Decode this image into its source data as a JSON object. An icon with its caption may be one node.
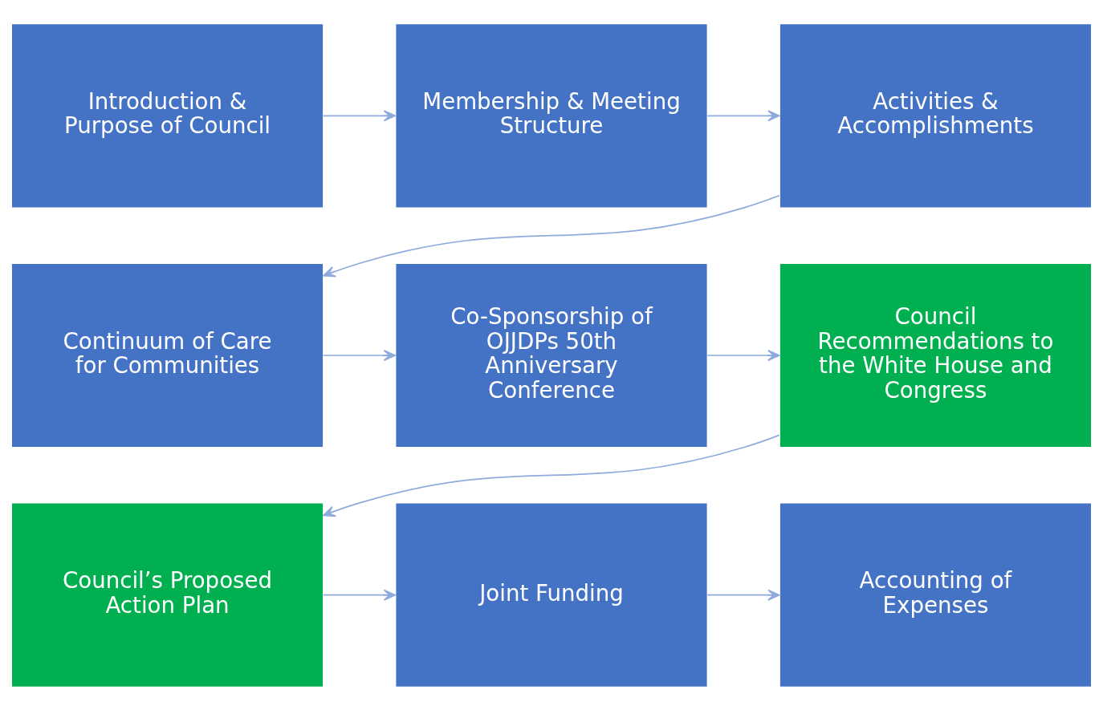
{
  "diagram": {
    "nodes": [
      {
        "text": [
          "Introduction & Purpose of Council"
        ]
      },
      {
        "text": [
          "Membership & Meeting Structure"
        ]
      },
      {
        "text": [
          "Activities & Accomplishments"
        ]
      },
      {
        "text": [
          "Continuum of Care for Communities"
        ]
      },
      {
        "text": [
          "Co-Sponsorship of OJJDPs 50th Anniversary Conference"
        ]
      },
      {
        "text": [
          "Council Recommendations to the White House and Congress"
        ]
      },
      {
        "text": [
          "Council’s Proposed Action Plan"
        ]
      },
      {
        "text": [
          "Joint Funding"
        ]
      },
      {
        "text": [
          "Accounting of Expenses"
        ]
      }
    ],
    "edges": [
      {
        "from": 0,
        "to": 1,
        "arrow": "to"
      },
      {
        "from": 1,
        "to": 2,
        "arrow": "to"
      },
      {
        "from": 2,
        "to": 3,
        "arrow": "to"
      },
      {
        "from": 3,
        "to": 4,
        "arrow": "to"
      },
      {
        "from": 4,
        "to": 5,
        "arrow": "to"
      },
      {
        "from": 5,
        "to": 6,
        "arrow": "to"
      },
      {
        "from": 6,
        "to": 7,
        "arrow": "to"
      },
      {
        "from": 7,
        "to": 8,
        "arrow": "to"
      }
    ]
  }
}
